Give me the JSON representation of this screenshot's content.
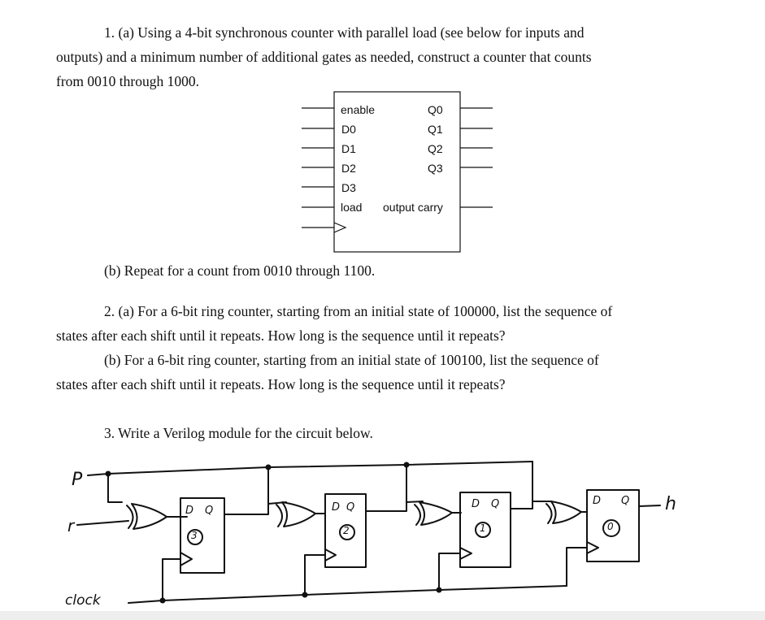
{
  "q1": {
    "line1": "1. (a) Using a 4-bit synchronous counter with parallel load (see below for inputs and",
    "line2": "outputs) and a minimum number of additional gates as needed, construct a counter that counts",
    "line3": "from 0010 through 1000.",
    "b": "(b) Repeat for a count from 0010 through 1100."
  },
  "counter": {
    "inputs": [
      "enable",
      "D0",
      "D1",
      "D2",
      "D3",
      "load"
    ],
    "outputs": [
      "Q0",
      "Q1",
      "Q2",
      "Q3"
    ],
    "carry": "output carry"
  },
  "q2": {
    "a_line1": "2. (a) For a 6-bit ring counter, starting from an initial state of 100000, list the sequence of",
    "a_line2": "states after each shift until it repeats.  How long is the sequence until it repeats?",
    "b_line1": "(b) For a 6-bit ring counter, starting from an initial state of 100100, list the sequence of",
    "b_line2": "states after each shift until it repeats.  How long is the sequence until it repeats?"
  },
  "q3": {
    "text": "3. Write a Verilog module for the circuit below."
  },
  "circuit": {
    "input_p": "P",
    "input_r": "r",
    "clock": "clock",
    "output_h": "h",
    "ff_d": "D",
    "ff_q": "Q",
    "ff_numbers": [
      "3",
      "2",
      "1",
      "0"
    ]
  }
}
